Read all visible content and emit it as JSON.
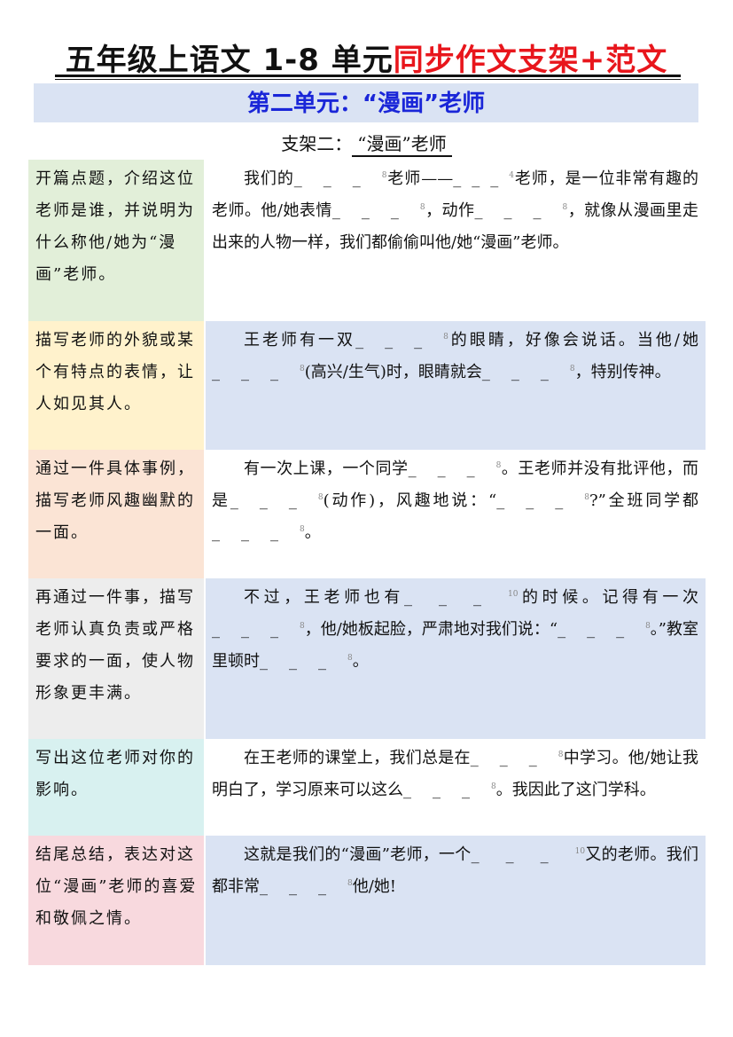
{
  "title_black": "五年级上语文 1-8 单元",
  "title_red": "同步作文支架+范文",
  "unit_heading": "第二单元：“漫画”老师",
  "subtitle_prefix": "支架二：",
  "subtitle_main": "“漫画”老师",
  "rows": [
    {
      "left": "开篇点题，介绍这位老师是谁，并说明为什么称他/她为“漫画”老师。",
      "right": "我们的___8老师——___4老师，是一位非常有趣的老师。他/她表情___8，动作___8，就像从漫画里走出来的人物一样，我们都偷偷叫他/她“漫画”老师。"
    },
    {
      "left": "描写老师的外貌或某个有特点的表情，让人如见其人。",
      "right": "王老师有一双___8的眼睛，好像会说话。当他/她___8(高兴/生气)时，眼睛就会___8，特别传神。"
    },
    {
      "left": "通过一件具体事例，描写老师风趣幽默的一面。",
      "right": "有一次上课，一个同学___8。王老师并没有批评他，而是___8(动作)，风趣地说：“___8?”全班同学都___8。"
    },
    {
      "left": "再通过一件事，描写老师认真负责或严格要求的一面，使人物形象更丰满。",
      "right": "不过，王老师也有___10的时候。记得有一次___8，他/她板起脸，严肃地对我们说：“___8。”教室里顿时___8。"
    },
    {
      "left": "写出这位老师对你的影响。",
      "right": "在王老师的课堂上，我们总是在___8中学习。他/她让我明白了，学习原来可以这么___8。我因此了这门学科。"
    },
    {
      "left": "结尾总结，表达对这位“漫画”老师的喜爱和敬佩之情。",
      "right": "这就是我们的“漫画”老师，一个___10又的老师。我们都非常___8他/她!"
    }
  ],
  "colors": {
    "left": [
      "#e2efd9",
      "#fff2cc",
      "#fbe4d5",
      "#ededed",
      "#d8f1f0",
      "#f8d9de"
    ],
    "right": [
      "#ffffff",
      "#dae3f3",
      "#ffffff",
      "#dae3f3",
      "#ffffff",
      "#dae3f3"
    ]
  }
}
